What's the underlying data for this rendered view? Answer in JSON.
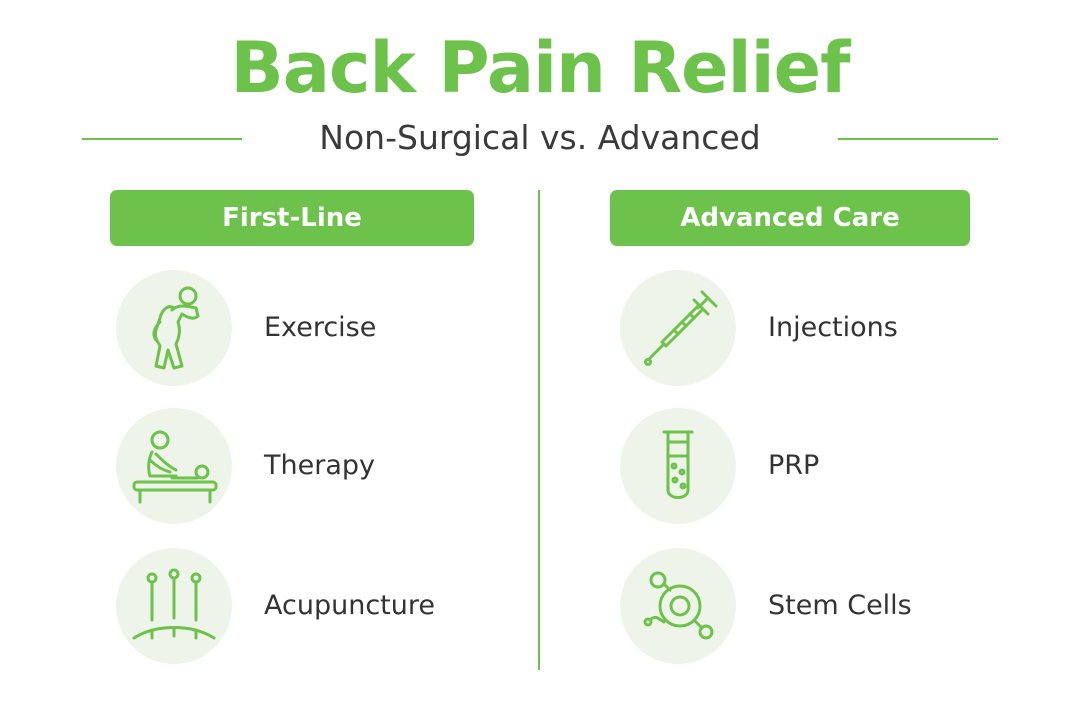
{
  "title": "Back Pain Relief",
  "subtitle": "Non-Surgical vs. Advanced",
  "colors": {
    "accent": "#6cc24a",
    "circle_bg": "#eef4ea",
    "text": "#333333"
  },
  "columns": [
    {
      "header": "First-Line",
      "items": [
        {
          "label": "Exercise",
          "icon": "stretching-person-icon"
        },
        {
          "label": "Therapy",
          "icon": "massage-table-icon"
        },
        {
          "label": "Acupuncture",
          "icon": "acupuncture-needles-icon"
        }
      ]
    },
    {
      "header": "Advanced Care",
      "items": [
        {
          "label": "Injections",
          "icon": "syringe-icon"
        },
        {
          "label": "PRP",
          "icon": "test-tube-icon"
        },
        {
          "label": "Stem Cells",
          "icon": "cell-icon"
        }
      ]
    }
  ]
}
